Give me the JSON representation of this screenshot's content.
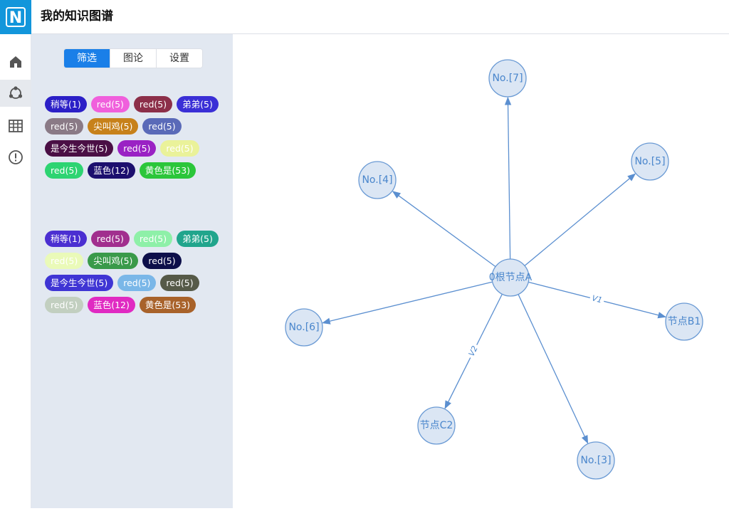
{
  "app": {
    "title": "我的知识图谱",
    "logo_letter": "N",
    "brand_color": "#1296db"
  },
  "nav": [
    {
      "icon": "home-icon",
      "active": false
    },
    {
      "icon": "graph-icon",
      "active": true
    },
    {
      "icon": "table-icon",
      "active": false
    },
    {
      "icon": "info-icon",
      "active": false
    }
  ],
  "tabs": [
    {
      "label": "筛选",
      "active": true
    },
    {
      "label": "图论",
      "active": false
    },
    {
      "label": "设置",
      "active": false
    }
  ],
  "tag_groups": [
    [
      {
        "label": "稍等(1)",
        "bg": "#2b1fc7",
        "fg": "#ffffff"
      },
      {
        "label": "red(5)",
        "bg": "#f05fdc",
        "fg": "#ffffff"
      },
      {
        "label": "red(5)",
        "bg": "#8c2f49",
        "fg": "#ffffff"
      },
      {
        "label": "弟弟(5)",
        "bg": "#3a2fd6",
        "fg": "#ffffff"
      },
      {
        "label": "red(5)",
        "bg": "#8a7a86",
        "fg": "#ffffff"
      },
      {
        "label": "尖叫鸡(5)",
        "bg": "#c7811a",
        "fg": "#ffffff"
      },
      {
        "label": "red(5)",
        "bg": "#5a6ab8",
        "fg": "#ffffff"
      },
      {
        "label": "是今生今世(5)",
        "bg": "#4a0f45",
        "fg": "#ffffff"
      },
      {
        "label": "red(5)",
        "bg": "#9a22c4",
        "fg": "#ffffff"
      },
      {
        "label": "red(5)",
        "bg": "#eaf29a",
        "fg": "#ffffff"
      },
      {
        "label": "red(5)",
        "bg": "#2dd472",
        "fg": "#ffffff"
      },
      {
        "label": "蓝色(12)",
        "bg": "#1c0f6e",
        "fg": "#ffffff"
      },
      {
        "label": "黄色是(53)",
        "bg": "#2bc63a",
        "fg": "#ffffff"
      }
    ],
    [
      {
        "label": "稍等(1)",
        "bg": "#4b2fd1",
        "fg": "#ffffff"
      },
      {
        "label": "red(5)",
        "bg": "#a12f8e",
        "fg": "#ffffff"
      },
      {
        "label": "red(5)",
        "bg": "#8ef0a8",
        "fg": "#ffffff"
      },
      {
        "label": "弟弟(5)",
        "bg": "#21a58c",
        "fg": "#ffffff"
      },
      {
        "label": "red(5)",
        "bg": "#eafab8",
        "fg": "#ffffff"
      },
      {
        "label": "尖叫鸡(5)",
        "bg": "#3a9a4a",
        "fg": "#ffffff"
      },
      {
        "label": "red(5)",
        "bg": "#0d0f4a",
        "fg": "#ffffff"
      },
      {
        "label": "是今生今世(5)",
        "bg": "#3f35d4",
        "fg": "#ffffff"
      },
      {
        "label": "red(5)",
        "bg": "#7ab7e8",
        "fg": "#ffffff"
      },
      {
        "label": "red(5)",
        "bg": "#565a48",
        "fg": "#ffffff"
      },
      {
        "label": "red(5)",
        "bg": "#c2cfc0",
        "fg": "#ffffff"
      },
      {
        "label": "蓝色(12)",
        "bg": "#e02ac2",
        "fg": "#ffffff"
      },
      {
        "label": "黄色是(53)",
        "bg": "#a8622a",
        "fg": "#ffffff"
      }
    ]
  ],
  "graph": {
    "node_fill": "#dbe6f4",
    "node_stroke": "#6a9ad4",
    "edge_color": "#5b8fd0",
    "nodes": [
      {
        "id": "root",
        "label": "0根节点A"
      },
      {
        "id": "n7",
        "label": "No.[7]"
      },
      {
        "id": "n5",
        "label": "No.[5]"
      },
      {
        "id": "n4",
        "label": "No.[4]"
      },
      {
        "id": "b1",
        "label": "节点B1"
      },
      {
        "id": "n6",
        "label": "No.[6]"
      },
      {
        "id": "c2",
        "label": "节点C2"
      },
      {
        "id": "n3",
        "label": "No.[3]"
      }
    ],
    "edges": [
      {
        "from": "root",
        "to": "n7",
        "label": ""
      },
      {
        "from": "root",
        "to": "n5",
        "label": ""
      },
      {
        "from": "root",
        "to": "n4",
        "label": ""
      },
      {
        "from": "root",
        "to": "b1",
        "label": "V1"
      },
      {
        "from": "root",
        "to": "n6",
        "label": ""
      },
      {
        "from": "root",
        "to": "c2",
        "label": "V2"
      },
      {
        "from": "root",
        "to": "n3",
        "label": ""
      }
    ]
  }
}
